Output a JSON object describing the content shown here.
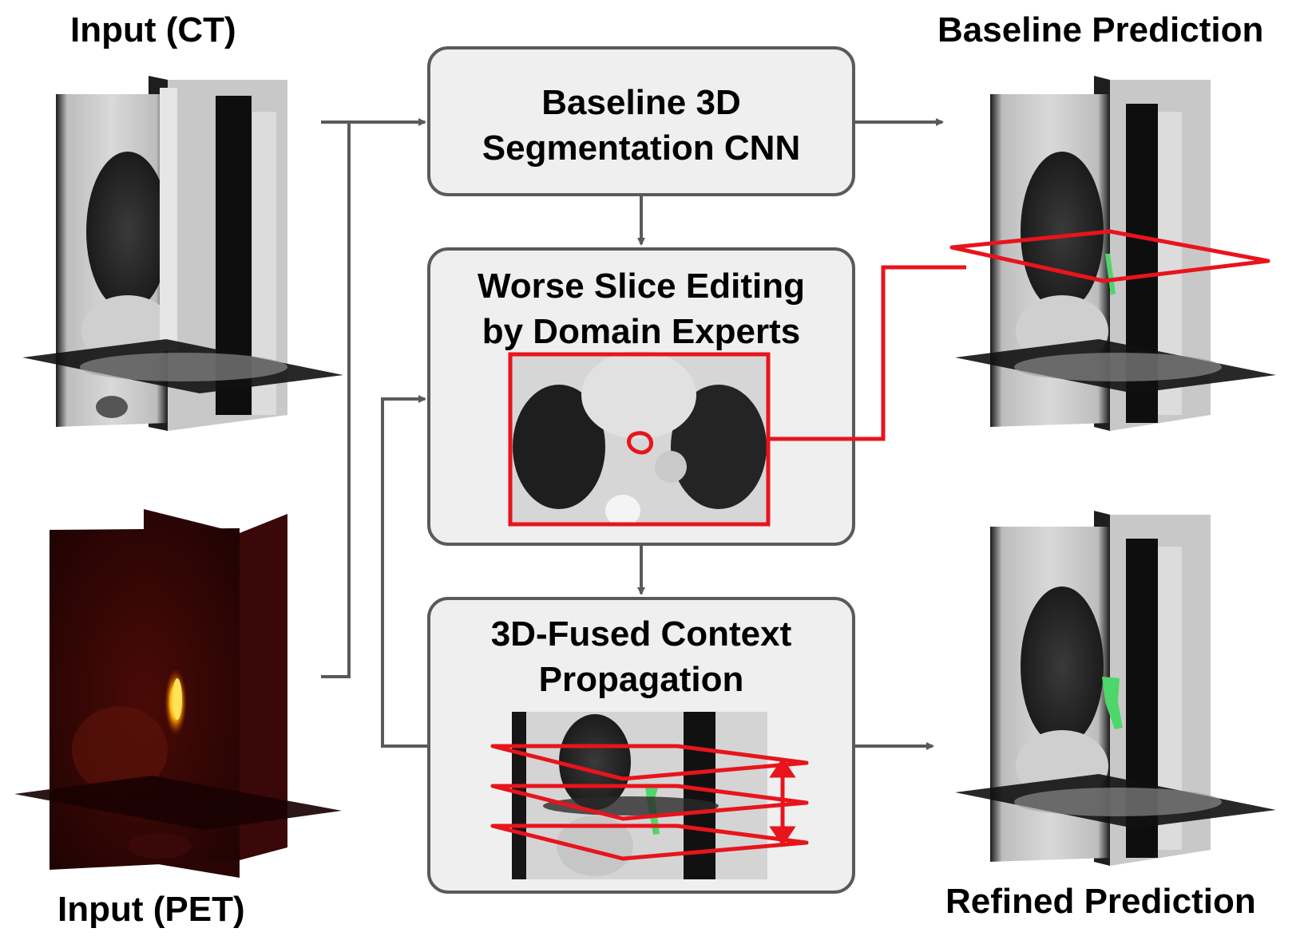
{
  "labels": {
    "input_ct": "Input (CT)",
    "input_pet": "Input (PET)",
    "baseline_prediction": "Baseline Prediction",
    "refined_prediction": "Refined Prediction"
  },
  "boxes": {
    "baseline": {
      "line1": "Baseline 3D",
      "line2": "Segmentation CNN"
    },
    "editing": {
      "line1": "Worse Slice Editing",
      "line2": "by Domain Experts"
    },
    "propagation": {
      "line1": "3D-Fused Context",
      "line2": "Propagation"
    }
  },
  "colors": {
    "arrow": "#5a5a5a",
    "highlight": "#e8141c",
    "segmentation": "#4fd66a",
    "pet_dark": "#2a0505",
    "box_fill": "#efefef"
  }
}
